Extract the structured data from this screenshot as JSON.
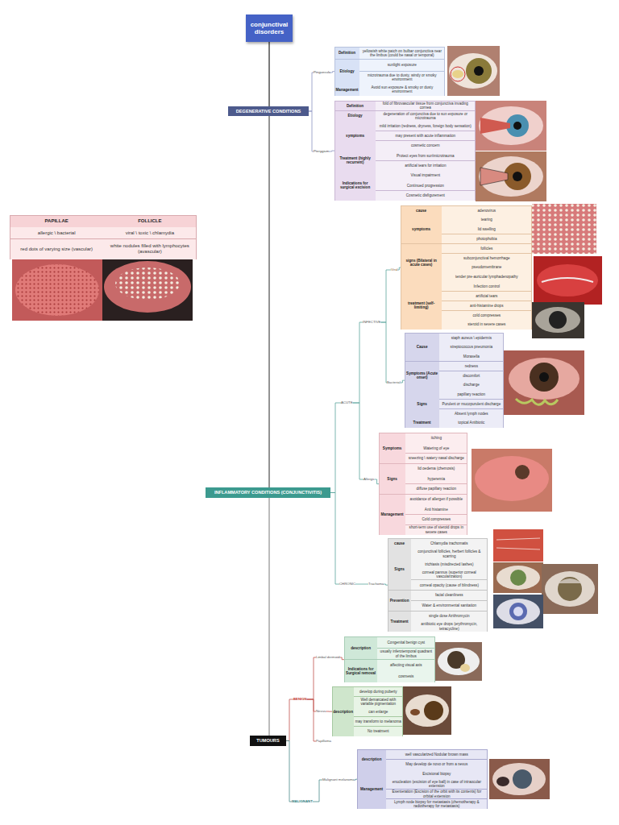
{
  "diagram": {
    "nodes": [
      {
        "text": [
          "conjunctival disorders"
        ]
      },
      {
        "text": [
          "DEGENERATIVE CONDITIONS"
        ]
      },
      {
        "text": [
          "Pinguecula"
        ]
      },
      {
        "text": [
          "Definition",
          "yellowish white patch on bulbar conjunctiva near the limbus (could be nasal or temporal)",
          "Etiology",
          "sunlight exposure",
          "microtrauma due to dusty, windy or smoky environment",
          "Management",
          "Avoid sun exposure & smoky or dusty environment"
        ]
      },
      {
        "text": [
          "Pterygium"
        ]
      },
      {
        "text": [
          "Definition",
          "fold of fibrovascular tissue from conjunctiva invading cornea",
          "Etiology",
          "degeneration of conjunctiva due to sun exposure or microtrauma",
          "symptoms",
          "mild irritation (redness, dryness, foreign body sensation)",
          "may present with acute inflammation",
          "cosmetic concern",
          "Treatment (highly recurrent)",
          "Protect eyes from sun\\microtrauma",
          "artificial tears for irritation",
          "Indications for surgical excision",
          "Visual impairment",
          "Continued progression",
          "Cosmetic disfigurement"
        ]
      },
      {
        "text": [
          "INFLAMMATORY CONDITIONS (CONJUNCTIVITIS)"
        ]
      },
      {
        "text": [
          "ACUTE"
        ]
      },
      {
        "text": [
          "INFECTIVE"
        ]
      },
      {
        "text": [
          "Viral"
        ]
      },
      {
        "text": [
          "cause",
          "adenovirus",
          "symptoms",
          "tearing",
          "lid swelling",
          "photophobia",
          "signs (Bilateral in acute cases)",
          "follicles",
          "subconjunctival hemorrhage",
          "pseudomembrane",
          "tender pre-auricular lymphadenopathy",
          "treatment (self-limiting)",
          "Infection control",
          "artificial tears",
          "anti-histamine drops",
          "cold compresses",
          "steroid in severe cases"
        ]
      },
      {
        "text": [
          "Bacterial"
        ]
      },
      {
        "text": [
          "Cause",
          "staph aureus \\ epidermis",
          "streptococcus pneumonia",
          "Moraxella",
          "Symptoms (Acute onset)",
          "redness",
          "discomfort",
          "discharge",
          "Signs",
          "papillary reaction",
          "Purulent or mucopurulent discharge",
          "Absent lymph nodes",
          "Treatment",
          "topical Antibiotic"
        ]
      },
      {
        "text": [
          "Allergic"
        ]
      },
      {
        "text": [
          "Symptoms",
          "itching",
          "Watering of eye",
          "sneezing \\ watery nasal discharge",
          "Signs",
          "lid oedema (chemosis)",
          "hyperemia",
          "diffuse papillary reaction",
          "Management",
          "avoidance of allergen if possible",
          "Anti histamine",
          "Cold compresses",
          "short-term use of steroid drops in severe cases"
        ]
      },
      {
        "text": [
          "CHRONIC"
        ]
      },
      {
        "text": [
          "Trachoma"
        ]
      },
      {
        "text": [
          "cause",
          "Chlamydia trachomatis",
          "Signs",
          "conjunctival follicles, herbert follicles & scarring",
          "trichiasis (misdirected lashes)",
          "corneal pannus (superior corneal vascularization)",
          "corneal opacity (cause of blindness)",
          "Prevention",
          "facial cleanliness",
          "Water & environmental sanitation",
          "Treatment",
          "single dose Azithromycin",
          "antibiotic eye drops (erythromycin, tetracycline)"
        ]
      },
      {
        "text": [
          "TUMOURS"
        ]
      },
      {
        "text": [
          "BENIGN"
        ]
      },
      {
        "text": [
          "Limbal dermoid"
        ]
      },
      {
        "text": [
          "description",
          "Congenital benign cyst",
          "usually inferotemporal quadrant of the limbus",
          "Indications for Surgical removal",
          "affecting visual axis",
          "cosmesis"
        ]
      },
      {
        "text": [
          "Nevus"
        ]
      },
      {
        "text": [
          "description",
          "develop during puberty",
          "Well demarcated with variable pigmentation",
          "can enlarge",
          "may transform to melanoma",
          "No treatment"
        ]
      },
      {
        "text": [
          "Papilloma"
        ]
      },
      {
        "text": [
          "MALIGNANT"
        ]
      },
      {
        "text": [
          "Malignant melanoma"
        ]
      },
      {
        "text": [
          "description",
          "well vascularized Nodular brown mass",
          "May develop de novo or from a nevus",
          "Management",
          "Excisional biopsy",
          "enucleation (excision of eye ball) in case of intraocular extension",
          "Exenteration (Excision of the orbit with its contents) for orbital extension",
          "Lymph node biopsy for metastasis (chemotherapy & radiotherapy for metastasis)"
        ]
      },
      {
        "text": [
          "PAPILLAE",
          "FOLLICLE",
          "allergic \\ bacterial",
          "viral \\ toxic \\ chlamydia",
          "red dots of varying size (vascular)",
          "white nodules filled with lymphocytes (avascular)"
        ]
      }
    ],
    "edges": [
      {
        "from": 0,
        "to": 1,
        "arrow": "none"
      },
      {
        "from": 0,
        "to": 6,
        "arrow": "none"
      },
      {
        "from": 0,
        "to": 18,
        "arrow": "none"
      },
      {
        "from": 1,
        "to": 2,
        "arrow": "none"
      },
      {
        "from": 1,
        "to": 4,
        "arrow": "none"
      },
      {
        "from": 2,
        "to": 3,
        "arrow": "none"
      },
      {
        "from": 4,
        "to": 5,
        "arrow": "none"
      },
      {
        "from": 6,
        "to": 7,
        "arrow": "none"
      },
      {
        "from": 6,
        "to": 15,
        "arrow": "none"
      },
      {
        "from": 7,
        "to": 8,
        "arrow": "none"
      },
      {
        "from": 7,
        "to": 13,
        "arrow": "none"
      },
      {
        "from": 8,
        "to": 9,
        "arrow": "none"
      },
      {
        "from": 8,
        "to": 11,
        "arrow": "none"
      },
      {
        "from": 9,
        "to": 10,
        "arrow": "none"
      },
      {
        "from": 11,
        "to": 12,
        "arrow": "none"
      },
      {
        "from": 13,
        "to": 14,
        "arrow": "none"
      },
      {
        "from": 15,
        "to": 16,
        "arrow": "none"
      },
      {
        "from": 16,
        "to": 17,
        "arrow": "none"
      },
      {
        "from": 18,
        "to": 19,
        "arrow": "none"
      },
      {
        "from": 18,
        "to": 25,
        "arrow": "none"
      },
      {
        "from": 19,
        "to": 20,
        "arrow": "none"
      },
      {
        "from": 19,
        "to": 22,
        "arrow": "none"
      },
      {
        "from": 19,
        "to": 24,
        "arrow": "none"
      },
      {
        "from": 20,
        "to": 21,
        "arrow": "none"
      },
      {
        "from": 22,
        "to": 23,
        "arrow": "none"
      },
      {
        "from": 25,
        "to": 26,
        "arrow": "none"
      },
      {
        "from": 26,
        "to": 27,
        "arrow": "none"
      }
    ]
  }
}
